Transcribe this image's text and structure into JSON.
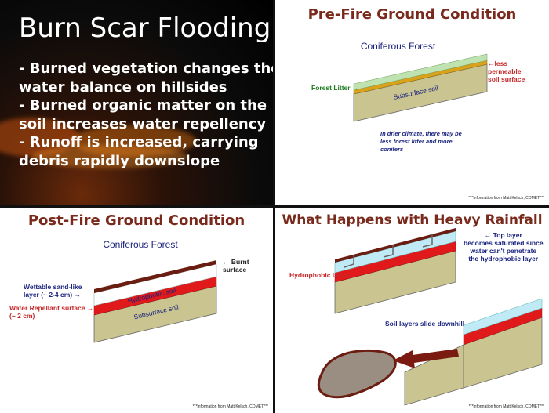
{
  "panel1": {
    "title": "Burn Scar Flooding",
    "bullets": [
      "- Burned vegetation changes the",
      "water balance on hillsides",
      "- Burned organic matter on the",
      "soil increases water repellency",
      "- Runoff is increased, carrying",
      "debris rapidly downslope"
    ]
  },
  "panel2": {
    "title": "Pre-Fire Ground Condition",
    "subtitle": "Coniferous Forest",
    "label_less_permeable": "←less\npermeable\nsoil surface",
    "label_forest_litter": "Forest Litter →",
    "label_subsurface": "Subsurface soil",
    "note": "In drier climate, there may be\nless forest litter and more\nconifers",
    "credit": "***Information from Matt Kelsch, COMET***"
  },
  "panel3": {
    "title": "Post-Fire Ground Condition",
    "subtitle": "Coniferous Forest",
    "label_burnt": "← Burnt\nsurface",
    "label_wettable": "Wettable sand-like\nlayer (~ 2-4 cm) →",
    "label_repellant": "Water Repellant surface →\n(~ 2 cm)",
    "label_hydrophobic": "Hydrophobic soil",
    "label_subsurface": "Subsurface soil",
    "credit": "***Information from Matt Kelsch, COMET***"
  },
  "panel4": {
    "title": "What Happens with Heavy Rainfall",
    "label_top_layer": "← Top layer\nbecomes saturated since\nwater can't penetrate\nthe hydrophobic layer",
    "label_hydrophobic": "Hydrophobic layer",
    "label_slide": "Soil layers slide downhill",
    "credit": "***Information from Matt Kelsch, COMET***"
  },
  "colors": {
    "title_red": "#7a2a1c",
    "soil": "#c9c490",
    "litter": "#bfe3b0",
    "burnt": "#6b1d12",
    "hydrophobic_red": "#e01a1a",
    "water": "#bfeaf6",
    "label_blue": "#1a237e",
    "label_green": "#1e7a1e",
    "label_red": "#c62828"
  }
}
